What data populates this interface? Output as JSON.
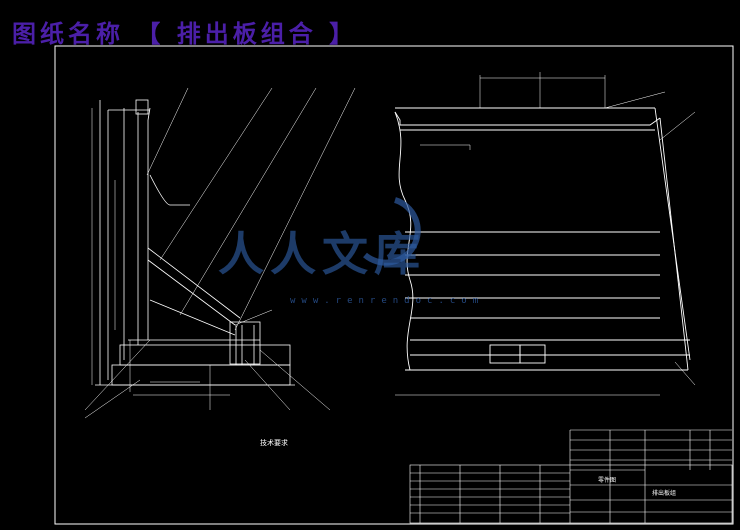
{
  "banner": {
    "title_prefix": "图纸名称",
    "bracket_open": "【",
    "title": "排出板组合",
    "bracket_close": "】"
  },
  "tech_requirements": {
    "heading": "技术要求"
  },
  "watermark": {
    "logo_text": "人人文库",
    "url": "www.renrendoc.com"
  },
  "title_block": {
    "parts_label": "零件图",
    "sheet_name": "排出板组"
  },
  "colors": {
    "background": "#000000",
    "lines": "#ffffff",
    "banner": "#4b1fa8",
    "watermark": "#2d5aa0",
    "leader_lines": "#ffffff"
  }
}
